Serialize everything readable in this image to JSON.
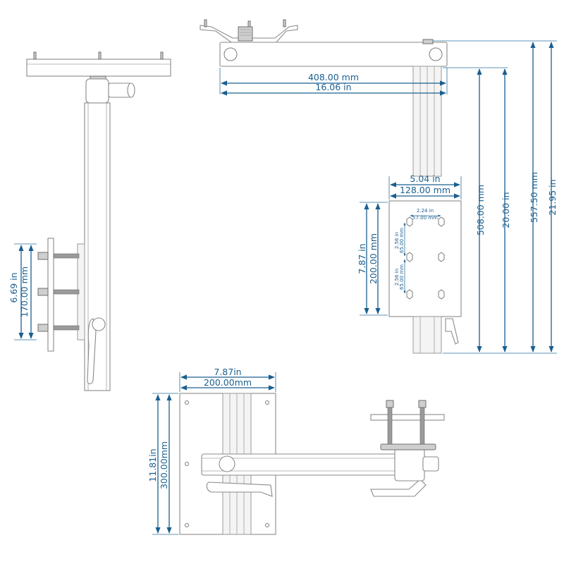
{
  "dimensions": {
    "side_clamp_in": "6.69 in",
    "side_clamp_mm": "170.00 mm",
    "arm_length_mm": "408.00 mm",
    "arm_length_in": "16.06 in",
    "plate_width_in": "5.04 in",
    "plate_width_mm": "128.00 mm",
    "hole_spacing_in": "2.24 in",
    "hole_spacing_mm": "57.00 mm",
    "hole_pitch_upper_in": "2.56 in",
    "hole_pitch_upper_mm": "65.00 mm",
    "hole_pitch_lower_in": "2.56 in",
    "hole_pitch_lower_mm": "65.00 mm",
    "plate_height_in": "7.87 in",
    "plate_height_mm": "200.00 mm",
    "mast_height_mm": "508.00 mm",
    "mast_height_in": "20.00 in",
    "total_height_mm": "557.50 mm",
    "total_height_in": "21.95 in",
    "base_width_in": "7.87in",
    "base_width_mm": "200.00mm",
    "base_height_in": "11.81in",
    "base_height_mm": "300.00mm"
  },
  "colors": {
    "dimension": "#1a5f8f",
    "outline": "#8a8a8a",
    "background": "#ffffff"
  }
}
